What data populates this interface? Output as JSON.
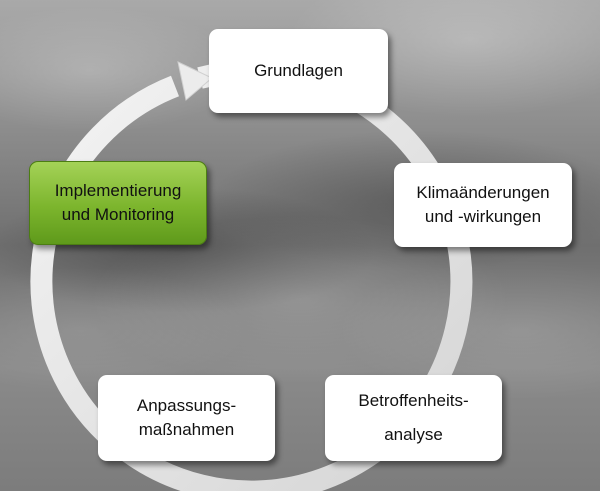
{
  "diagram": {
    "steps": [
      {
        "id": "grundlagen",
        "label": "Grundlagen",
        "active": false
      },
      {
        "id": "klima",
        "label": "Klimaänderungen\nund -wirkungen",
        "active": false
      },
      {
        "id": "betroffenheit",
        "label": "Betroffenheits-\nanalyse",
        "active": false
      },
      {
        "id": "anpassung",
        "label": "Anpassungs-\nmaßnahmen",
        "active": false
      },
      {
        "id": "implementierung",
        "label": "Implementierung\nund Monitoring",
        "active": true
      }
    ],
    "colors": {
      "active_box": "#7cb52d",
      "box": "#ffffff",
      "ring": "#e8e8e8",
      "background": "#808080"
    },
    "connector": "circular-arrow"
  }
}
